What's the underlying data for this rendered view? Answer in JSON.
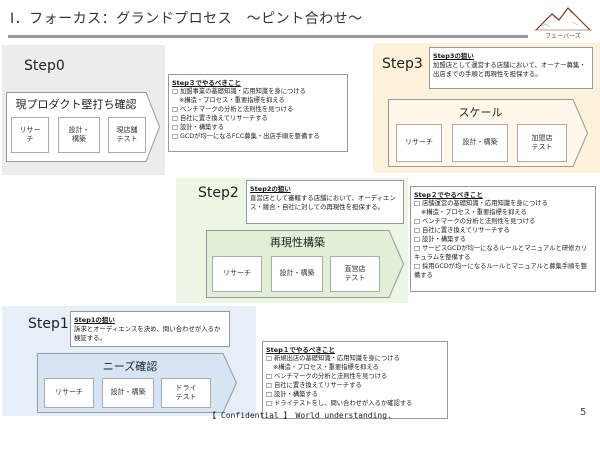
{
  "header": {
    "title": "Ⅰ．フォーカス：グランドプロセス　～ピント合わせ～",
    "logo_text": "フェーバーズ"
  },
  "step0": {
    "label": "Step0",
    "arrow_title": "現プロダクト壁打ち確認",
    "processes": [
      "リサー\nチ",
      "設計・\n構築",
      "現店舗\nテスト"
    ],
    "todo_heading": "Step３でやるべきこと",
    "todo": [
      "□ 加盟事業の基礎知識・応用知識を身につける",
      "※構造・プロセス・重要指標を抑える",
      "□ ベンチマークの分析と法則性を見つける",
      "□ 自社に置き換えてリサーチする",
      "□ 設計・構築する",
      "□ GCDが均一になるFCC募集・出店手順を整備する"
    ]
  },
  "step3": {
    "label": "Step3",
    "aim_heading": "Step3の狙い",
    "aim_body": "加盟店として運営する店舗において、オーナー募集・出店までの手順と再現性を担保する。",
    "arrow_title": "スケール",
    "processes": [
      "リサーチ",
      "設計・構築",
      "加盟店\nテスト"
    ]
  },
  "step2": {
    "label": "Step2",
    "aim_heading": "Step2の狙い",
    "aim_body": "直営店として審轄する店舗において、オーディエンス・競合・自社に対しての再現性を担保する。",
    "arrow_title": "再現性構築",
    "processes": [
      "リサーチ",
      "設計・構築",
      "直営店\nテスト"
    ],
    "todo_heading": "Step２でやるべきこと",
    "todo": [
      "□ 店舗運営の基礎知識・応用知識を身につける",
      "※構造・プロセス・重要指標を抑える",
      "□ ベンチマークの分析と法則性を見つける",
      "□ 自社に置き換えてリサーチする",
      "□ 設計・構築する",
      "□ サービスGCDが均一になるルールとマニュアルと研修カリキュラムを整備する",
      "□ 採用GCDが均一になるルールとマニュアルと募集手順を整備する"
    ]
  },
  "step1": {
    "label": "Step1",
    "aim_heading": "Step1の狙い",
    "aim_body": "訴求とオーディエンスを決め、問い合わせが入るか検証する。",
    "arrow_title": "ニーズ確認",
    "processes": [
      "リサーチ",
      "設計・構築",
      "ドライ\nテスト"
    ],
    "todo_heading": "Step１でやるべきこと",
    "todo": [
      "□ 新規出店の基礎知識・応用知識を身につける",
      "※構造・プロセス・重要指標を抑える",
      "□ ベンチマークの分析と法則性を見つける",
      "□ 自社に置き換えてリサーチする",
      "□ 設計・構築する",
      "□ ドライテストをし、問い合わせが入るか確認する"
    ]
  },
  "footer": {
    "text": "【 Confidential 】　World understanding.",
    "page": "5"
  },
  "colors": {
    "step0_bg": "#ececec",
    "step1_bg": "#e6eef8",
    "step2_bg": "#edf5e4",
    "step3_bg": "#fdf1d9",
    "step3_arrow": "#fef7ea",
    "step2_arrow": "#e2efd7",
    "step1_arrow": "#d6e4f4"
  }
}
